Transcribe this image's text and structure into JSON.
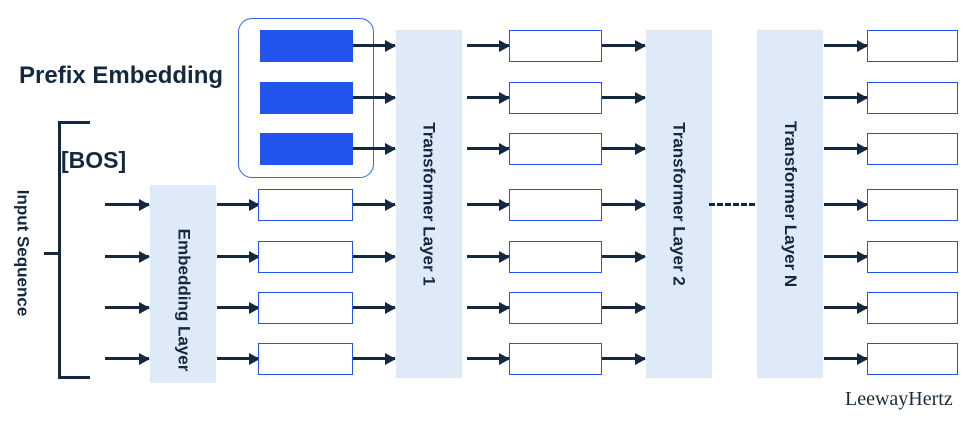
{
  "diagram": {
    "title_text": "Prefix Embedding",
    "bos_label": "[BOS]",
    "input_sequence_label": "Input Sequence",
    "watermark": "LeewayHertz",
    "ellipsis_marker": "dashed-continuation",
    "colors": {
      "prefix_fill": "#2255EE",
      "box_border": "#2255EE",
      "band_fill": "#DFEAF8",
      "text_dark": "#14293F",
      "arrow": "#14293F",
      "background": "#FFFFFF"
    },
    "stages": [
      {
        "id": "embedding-layer",
        "label": "Embedding Layer"
      },
      {
        "id": "transformer-layer-1",
        "label": "Transformer Layer 1"
      },
      {
        "id": "transformer-layer-2",
        "label": "Transformer Layer 2"
      },
      {
        "id": "transformer-layer-n",
        "label": "Transformer Layer N"
      }
    ],
    "rows": [
      {
        "index": 1,
        "kind": "prefix"
      },
      {
        "index": 2,
        "kind": "prefix"
      },
      {
        "index": 3,
        "kind": "prefix"
      },
      {
        "index": 4,
        "kind": "token"
      },
      {
        "index": 5,
        "kind": "token"
      },
      {
        "index": 6,
        "kind": "token"
      },
      {
        "index": 7,
        "kind": "token"
      }
    ],
    "counts": {
      "prefix_rows": 3,
      "input_rows": 4,
      "total_rows": 7
    }
  }
}
